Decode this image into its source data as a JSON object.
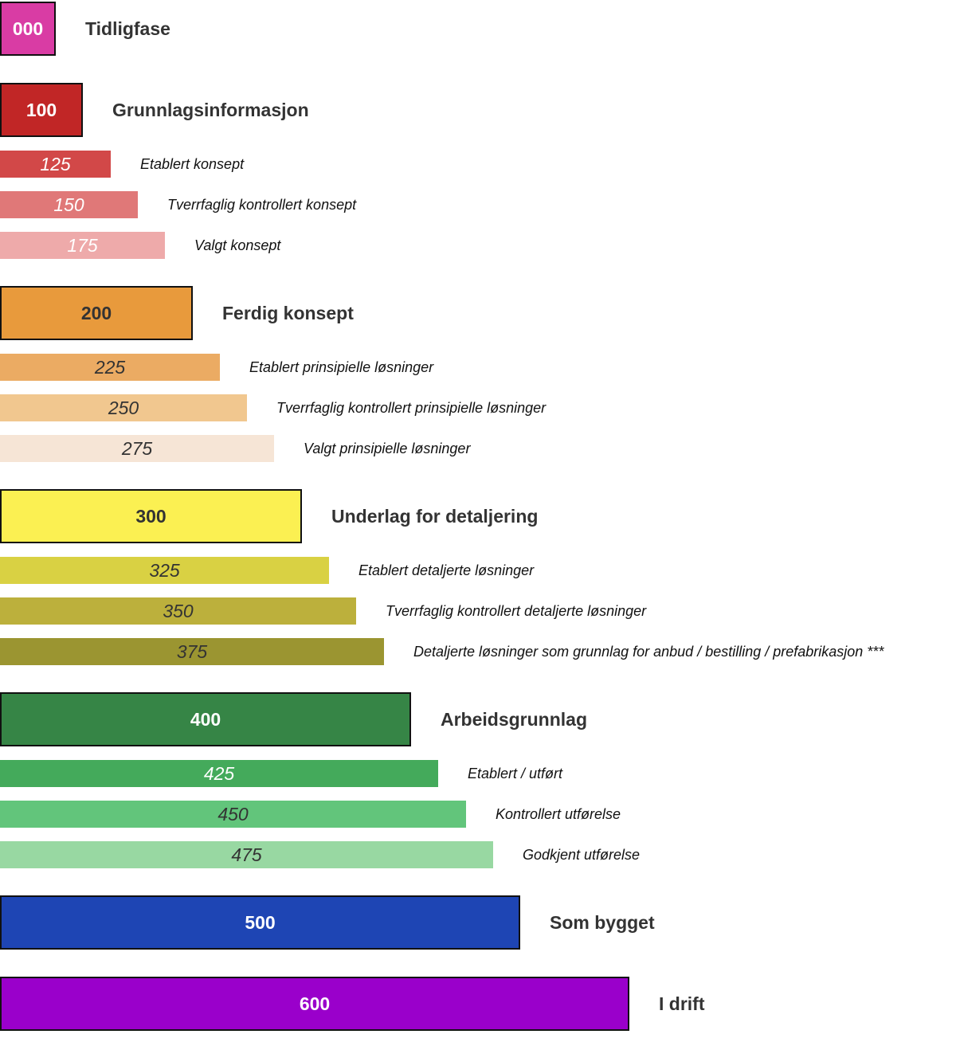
{
  "levels": [
    {
      "code": "000",
      "label": "Tidligfase",
      "kind": "main",
      "color": "#d93ca4",
      "text_color": "#ffffff"
    },
    {
      "code": "100",
      "label": "Grunnlagsinformasjon",
      "kind": "main",
      "color": "#c12626",
      "text_color": "#ffffff"
    },
    {
      "code": "125",
      "label": "Etablert konsept",
      "kind": "sub",
      "color": "#d24848",
      "text_color": "#ffffff"
    },
    {
      "code": "150",
      "label": "Tverrfaglig kontrollert konsept",
      "kind": "sub",
      "color": "#e07878",
      "text_color": "#ffffff"
    },
    {
      "code": "175",
      "label": "Valgt konsept",
      "kind": "sub",
      "color": "#eeaaaa",
      "text_color": "#ffffff"
    },
    {
      "code": "200",
      "label": "Ferdig konsept",
      "kind": "main",
      "color": "#e89a3c",
      "text_color": "#333333"
    },
    {
      "code": "225",
      "label": "Etablert prinsipielle løsninger",
      "kind": "sub",
      "color": "#ebab63",
      "text_color": "#333333"
    },
    {
      "code": "250",
      "label": "Tverrfaglig kontrollert prinsipielle løsninger",
      "kind": "sub",
      "color": "#f1c78f",
      "text_color": "#333333"
    },
    {
      "code": "275",
      "label": "Valgt prinsipielle løsninger",
      "kind": "sub",
      "color": "#f6e5d6",
      "text_color": "#333333"
    },
    {
      "code": "300",
      "label": "Underlag for detaljering",
      "kind": "main",
      "color": "#fbf052",
      "text_color": "#333333"
    },
    {
      "code": "325",
      "label": "Etablert detaljerte løsninger",
      "kind": "sub",
      "color": "#d9d143",
      "text_color": "#333333"
    },
    {
      "code": "350",
      "label": "Tverrfaglig kontrollert detaljerte løsninger",
      "kind": "sub",
      "color": "#bcb03c",
      "text_color": "#333333"
    },
    {
      "code": "375",
      "label": "Detaljerte løsninger som grunnlag for anbud / bestilling / prefabrikasjon ***",
      "kind": "sub",
      "color": "#9b9531",
      "text_color": "#333333"
    },
    {
      "code": "400",
      "label": "Arbeidsgrunnlag",
      "kind": "main",
      "color": "#368546",
      "text_color": "#ffffff"
    },
    {
      "code": "425",
      "label": "Etablert / utført",
      "kind": "sub",
      "color": "#44aa5b",
      "text_color": "#ffffff"
    },
    {
      "code": "450",
      "label": "Kontrollert utførelse",
      "kind": "sub",
      "color": "#62c57b",
      "text_color": "#333333"
    },
    {
      "code": "475",
      "label": "Godkjent utførelse",
      "kind": "sub",
      "color": "#98d8a2",
      "text_color": "#333333"
    },
    {
      "code": "500",
      "label": "Som bygget",
      "kind": "main",
      "color": "#1e45b4",
      "text_color": "#ffffff"
    },
    {
      "code": "600",
      "label": "I drift",
      "kind": "main",
      "color": "#9a00cb",
      "text_color": "#ffffff"
    }
  ]
}
